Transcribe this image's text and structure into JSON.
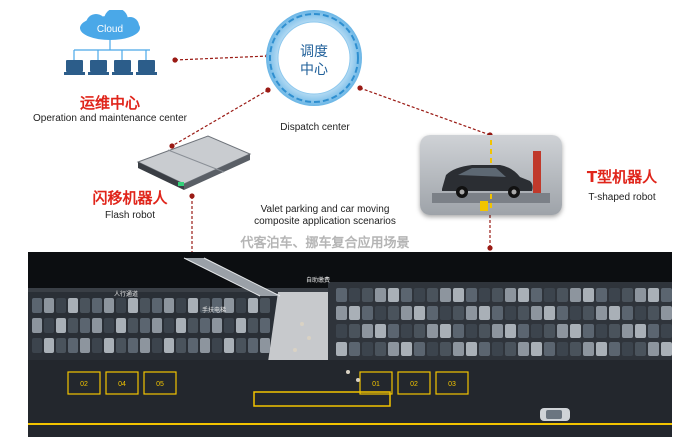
{
  "cloud": {
    "label": "Cloud"
  },
  "ops_center": {
    "cn": "运维中心",
    "en": "Operation and maintenance center"
  },
  "dispatch_center": {
    "cn_line1": "调度",
    "cn_line2": "中心",
    "en": "Dispatch center"
  },
  "flash_robot": {
    "cn": "闪移机器人",
    "en": "Flash robot"
  },
  "t_robot": {
    "cn": "T型机器人",
    "en": "T-shaped robot"
  },
  "scenario": {
    "en_line1": "Valet parking and car moving",
    "en_line2": "composite application scenarios",
    "cn": "代客泊车、挪车复合应用场景"
  },
  "garage": {
    "entry_label": "人行通道",
    "escalator_label": "手扶电梯",
    "auto_gate_label": "自助缴费",
    "left_bays": [
      "02",
      "04",
      "05"
    ],
    "right_bays": [
      "01",
      "02",
      "03"
    ]
  },
  "colors": {
    "accent_red": "#e0251b",
    "dark_red": "#9a1a14",
    "floor": "#1b1f24",
    "yellow_line": "#f2c400"
  }
}
